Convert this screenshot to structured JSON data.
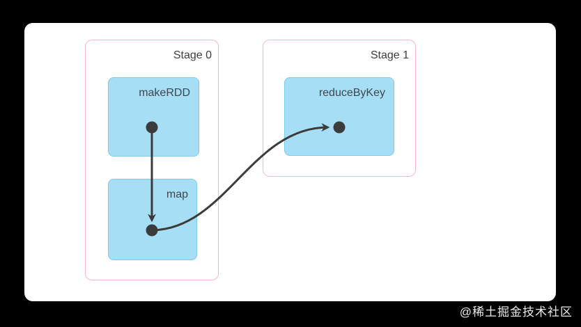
{
  "colors": {
    "page_bg": "#000000",
    "canvas_bg": "#ffffff",
    "stage_border": "#f7b6c9",
    "op_fill": "#a6def5",
    "op_border": "#7ccbea",
    "op_text": "#3e4650",
    "label_text": "#3d3d3d",
    "edge": "#3b3b3b",
    "watermark_text": "#e9e9e9"
  },
  "diagram": {
    "stages": [
      {
        "label": "Stage 0",
        "operations": [
          {
            "label": "makeRDD"
          },
          {
            "label": "map"
          }
        ]
      },
      {
        "label": "Stage 1",
        "operations": [
          {
            "label": "reduceByKey"
          }
        ]
      }
    ],
    "edges": [
      {
        "from": "makeRDD",
        "to": "map"
      },
      {
        "from": "map",
        "to": "reduceByKey"
      }
    ]
  },
  "watermark": {
    "text": "@稀土掘金技术社区"
  }
}
